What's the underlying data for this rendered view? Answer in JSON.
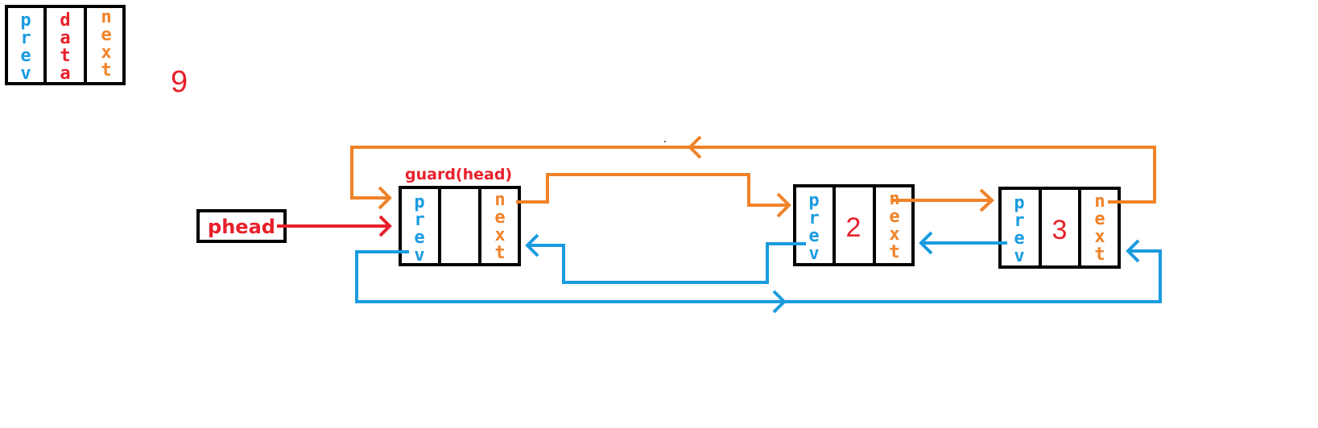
{
  "colors": {
    "prev": "#1a9be0",
    "data": "#e8202a",
    "next": "#f08228",
    "border": "#000000"
  },
  "legend": {
    "fields": [
      "prev",
      "data",
      "next"
    ]
  },
  "note_number": "9",
  "phead": {
    "label": "phead"
  },
  "guard_label": "guard(head)",
  "nodes": [
    {
      "prev": "prev",
      "data": "",
      "next": "next"
    },
    {
      "prev": "prev",
      "data": "2",
      "next": "next"
    },
    {
      "prev": "prev",
      "data": "3",
      "next": "next"
    }
  ]
}
